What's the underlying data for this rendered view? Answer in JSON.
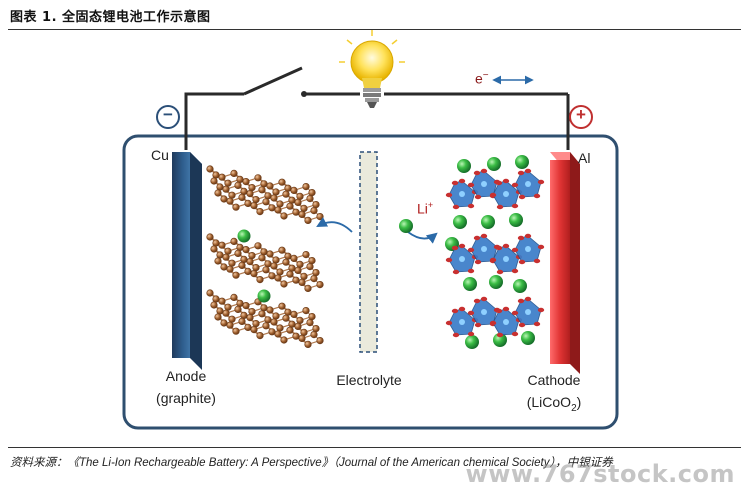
{
  "figure": {
    "title": "图表 1. 全固态锂电池工作示意图",
    "source": "资料来源：《The Li-Ion Rechargeable Battery: A Perspective》（Journal of the American chemical Society），中银证券",
    "watermark": "www.767stock.com"
  },
  "diagram": {
    "electron_label": "e",
    "electron_superscript": "−",
    "ion_label": "Li",
    "ion_superscript": "+",
    "anode_terminal_symbol": "−",
    "cathode_terminal_symbol": "+",
    "anode_collector": "Cu",
    "cathode_collector": "Al",
    "anode_label": "Anode",
    "anode_material": "(graphite)",
    "electrolyte_label": "Electrolyte",
    "cathode_label": "Cathode",
    "cathode_material_prefix": "(LiCoO",
    "cathode_material_subscript": "2",
    "cathode_material_suffix": ")",
    "colors": {
      "wire": "#2a2a2a",
      "case": "#2f4f6f",
      "anode_plate": "#2b4f78",
      "cathode_plate": "#d63030",
      "graphite_atom": "#9a5a2a",
      "lithium": "#2aa040",
      "cobalt_octahedron": "#3a7cc8",
      "oxygen": "#c83030",
      "arrow": "#2b6aa8",
      "bulb": "#f5c518"
    }
  }
}
